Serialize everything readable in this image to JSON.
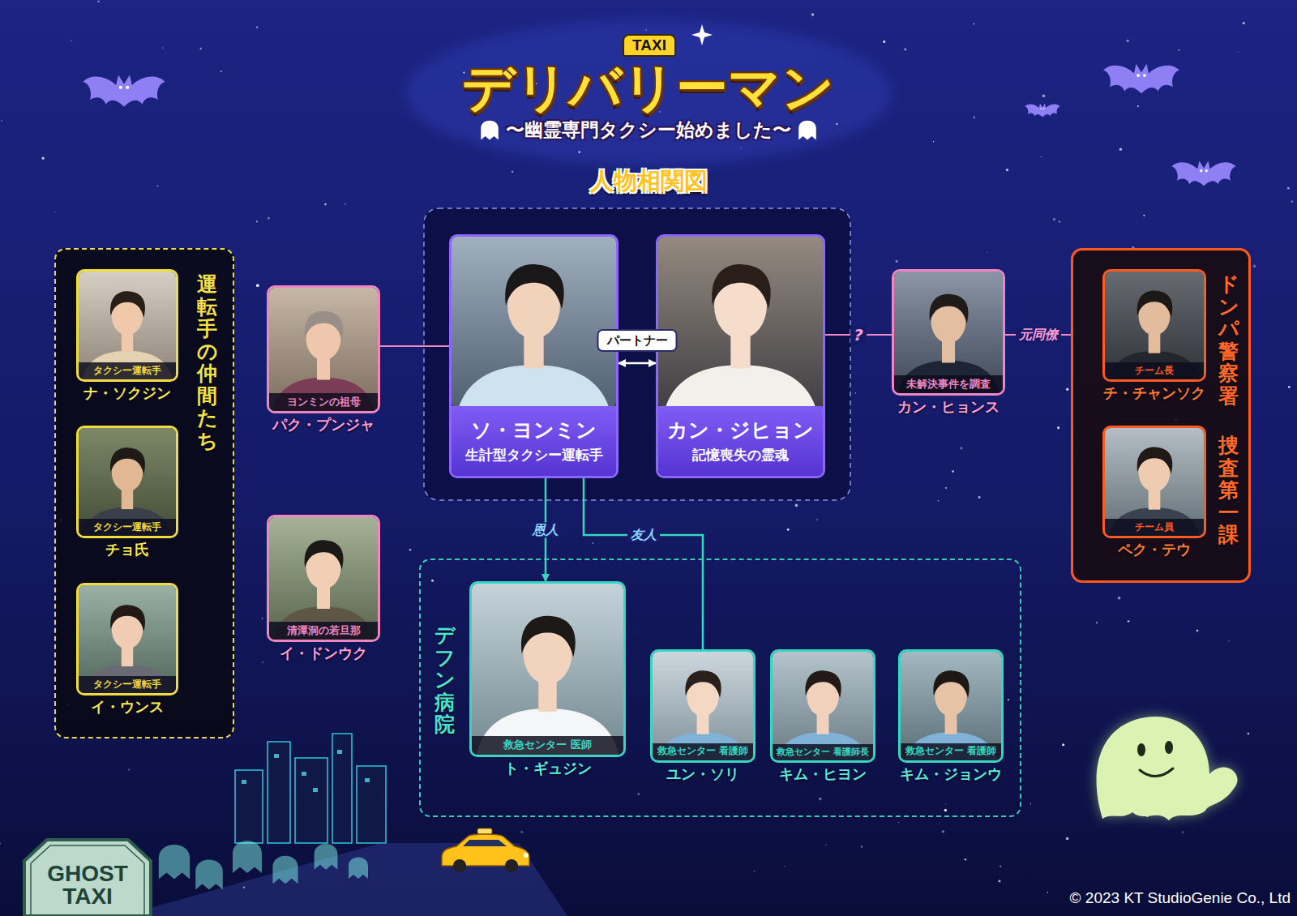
{
  "diagram": {
    "title": "デリバリーマン",
    "nodes": [
      {
        "text": [
          "運転手の仲間たち"
        ]
      },
      {
        "text": [
          "タクシー運転手",
          "ナ・ソクジン"
        ],
        "in": 0
      },
      {
        "text": [
          "タクシー運転手",
          "チョ氏"
        ],
        "in": 0
      },
      {
        "text": [
          "タクシー運転手",
          "イ・ウンス"
        ],
        "in": 0
      },
      {
        "text": [
          "ヨンミンの祖母",
          "パク・プンジャ"
        ]
      },
      {
        "text": [
          "ソ・ヨンミン",
          "生計型タクシー運転手"
        ]
      },
      {
        "text": [
          "カン・ジヒョン",
          "記憶喪失の霊魂"
        ]
      },
      {
        "text": [
          "未解決事件を調査",
          "カン・ヒョンス"
        ]
      },
      {
        "text": [
          "ドンパ警察署",
          "捜査第一課"
        ]
      },
      {
        "text": [
          "チーム長",
          "チ・チャンソク"
        ],
        "in": 8
      },
      {
        "text": [
          "チーム員",
          "ペク・テウ"
        ],
        "in": 8
      },
      {
        "text": [
          "清潭洞の若旦那",
          "イ・ドンウク"
        ]
      },
      {
        "text": [
          "デフン病院"
        ]
      },
      {
        "text": [
          "救急センター 医師",
          "ト・ギュジン"
        ],
        "in": 12
      },
      {
        "text": [
          "救急センター 看護師",
          "ユン・ソリ"
        ],
        "in": 12
      },
      {
        "text": [
          "救急センター 看護師長",
          "キム・ヒヨン"
        ],
        "in": 12
      },
      {
        "text": [
          "救急センター 看護師",
          "キム・ジョンウ"
        ],
        "in": 12
      }
    ],
    "edges": [
      {
        "from": 4,
        "to": 5,
        "arrow": "none"
      },
      {
        "from": 5,
        "to": 6,
        "label": "パートナー",
        "arrow": "both"
      },
      {
        "from": 6,
        "to": 7,
        "label": "?",
        "arrow": "none"
      },
      {
        "from": 7,
        "to": 8,
        "label": "元同僚",
        "arrow": "none"
      },
      {
        "from": 5,
        "to": 13,
        "label": "恩人",
        "arrow": "to"
      },
      {
        "from": 5,
        "to": 14,
        "label": "友人",
        "arrow": "none"
      }
    ],
    "labels": [
      "TAXI",
      "〜幽霊専門タクシー始めました〜",
      "人物相関図",
      "GHOST TAXI",
      "© 2023 KT StudioGenie Co., Ltd"
    ]
  }
}
